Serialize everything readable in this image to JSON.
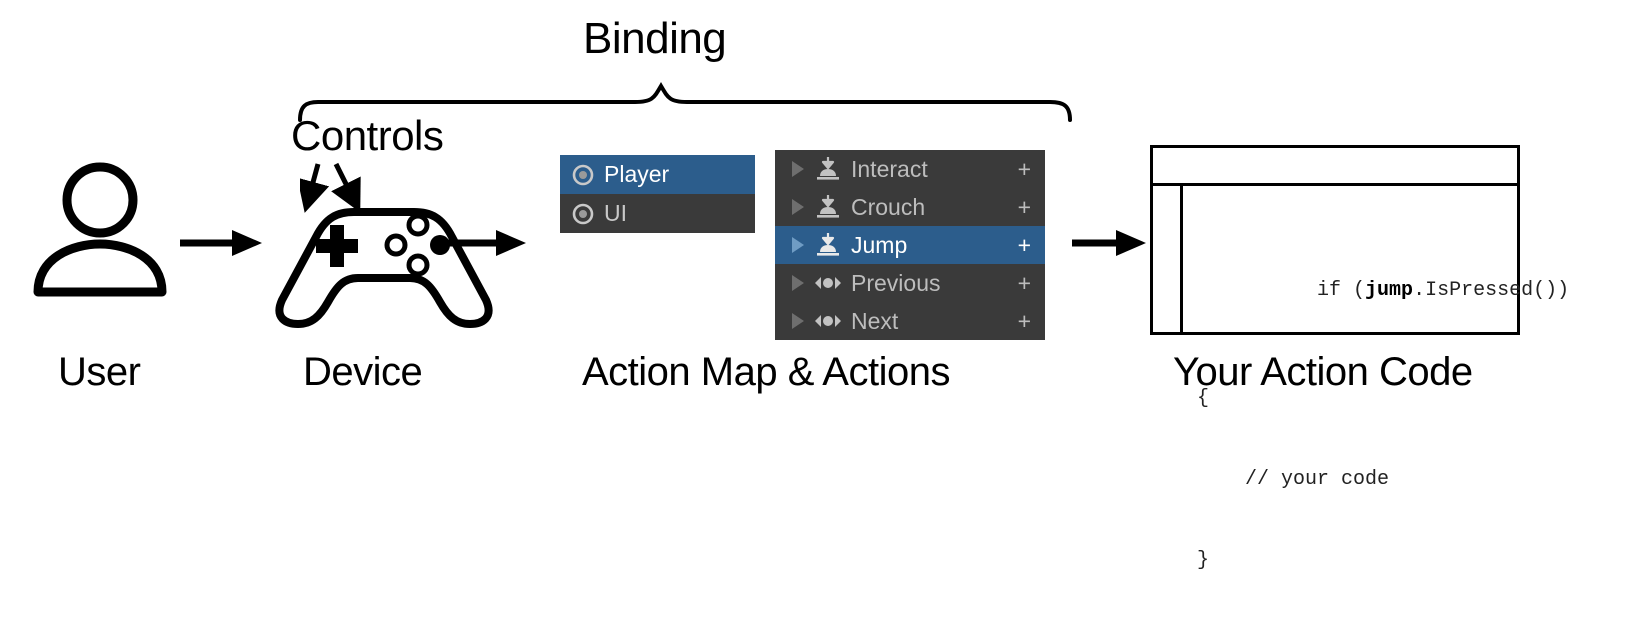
{
  "diagram": {
    "title_annotations": {
      "binding": "Binding",
      "controls": "Controls"
    },
    "captions": [
      {
        "id": "user",
        "text": "User"
      },
      {
        "id": "device",
        "text": "Device"
      },
      {
        "id": "actions",
        "text": "Action Map & Actions"
      },
      {
        "id": "code",
        "text": "Your Action Code"
      }
    ],
    "icons": {
      "user": "user-person-icon",
      "device": "gamepad-controller-icon",
      "flow_arrow": "arrow-right-icon",
      "control_pointer": "arrow-diagonal-icon",
      "brace": "curly-brace-icon"
    }
  },
  "action_map_panel": {
    "name": "action-maps-list",
    "items": [
      {
        "label": "Player",
        "icon": "action-map-icon",
        "selected": true
      },
      {
        "label": "UI",
        "icon": "action-map-icon",
        "selected": false
      }
    ]
  },
  "actions_panel": {
    "name": "actions-list",
    "add_symbol": "+",
    "items": [
      {
        "label": "Interact",
        "icon": "button-press-icon",
        "type": "Button",
        "selected": false,
        "expanded": false
      },
      {
        "label": "Crouch",
        "icon": "button-press-icon",
        "type": "Button",
        "selected": false,
        "expanded": false
      },
      {
        "label": "Jump",
        "icon": "button-press-icon",
        "type": "Button",
        "selected": true,
        "expanded": false
      },
      {
        "label": "Previous",
        "icon": "axis-1d-icon",
        "type": "Axis",
        "selected": false,
        "expanded": false
      },
      {
        "label": "Next",
        "icon": "axis-1d-icon",
        "type": "Axis",
        "selected": false,
        "expanded": false
      }
    ]
  },
  "code_window": {
    "name": "code-editor-window",
    "lines": [
      {
        "pre": "if (",
        "bold": "jump",
        "post": ".IsPressed())"
      },
      {
        "pre": "{",
        "bold": "",
        "post": ""
      },
      {
        "pre": "    // your code",
        "bold": "",
        "post": ""
      },
      {
        "pre": "}",
        "bold": "",
        "post": ""
      }
    ]
  },
  "colors": {
    "selection_blue": "#2c5d8c",
    "panel_dark": "#3a3a3a",
    "text_gray": "#bdbdbd",
    "text_white": "#ffffff",
    "ink": "#000000",
    "background": "#ffffff"
  }
}
